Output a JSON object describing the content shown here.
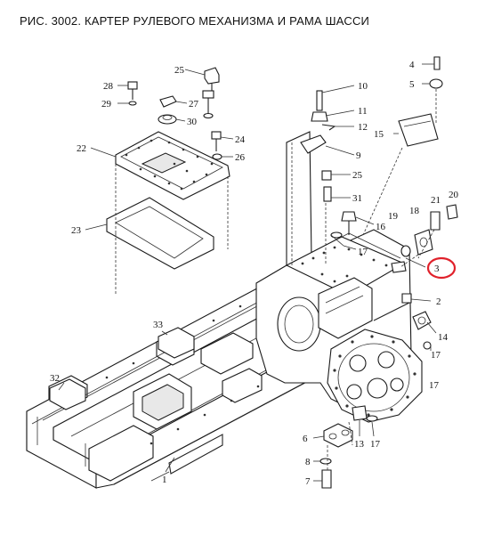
{
  "title": "РИС. 3002. КАРТЕР РУЛЕВОГО МЕХАНИЗМА И РАМА ШАССИ",
  "callouts": [
    "1",
    "2",
    "3",
    "4",
    "5",
    "6",
    "7",
    "8",
    "9",
    "10",
    "11",
    "12",
    "13",
    "14",
    "15",
    "16",
    "17",
    "17",
    "17",
    "17",
    "18",
    "19",
    "20",
    "21",
    "22",
    "23",
    "24",
    "25",
    "25",
    "26",
    "27",
    "28",
    "29",
    "30",
    "31",
    "32",
    "33"
  ],
  "highlight": {
    "label": "3",
    "color": "#e0212b"
  }
}
